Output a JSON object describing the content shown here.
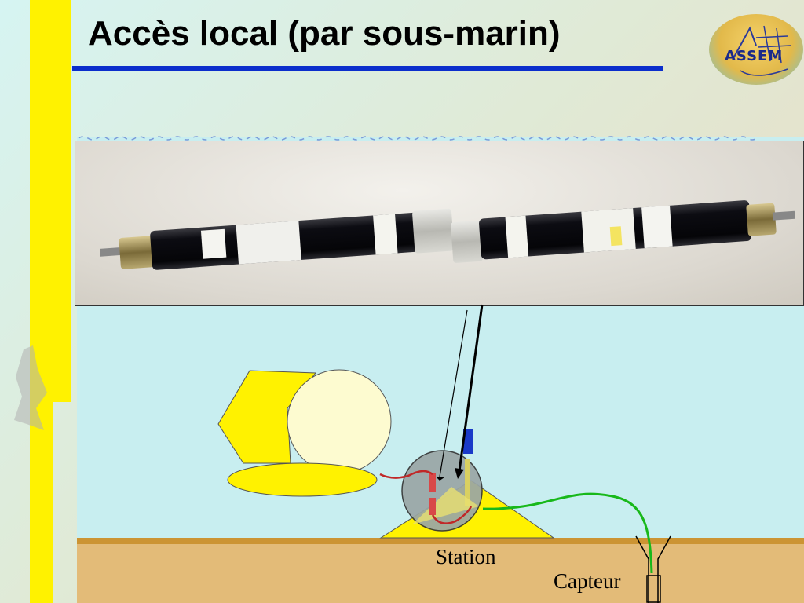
{
  "title": "Accès local (par sous-marin)",
  "logo": {
    "text": "ASSEM",
    "icon": "assem-logo-icon"
  },
  "photo": {
    "subject": "sensor-cylinder-photo"
  },
  "labels": {
    "station": "Station",
    "capteur": "Capteur"
  },
  "colors": {
    "accent_yellow": "#fff200",
    "title_rule": "#0b2ecc",
    "water": "#c8eef0",
    "seabed": "#cc9433",
    "cable_green": "#18b81a",
    "cable_red": "#cc3333"
  }
}
